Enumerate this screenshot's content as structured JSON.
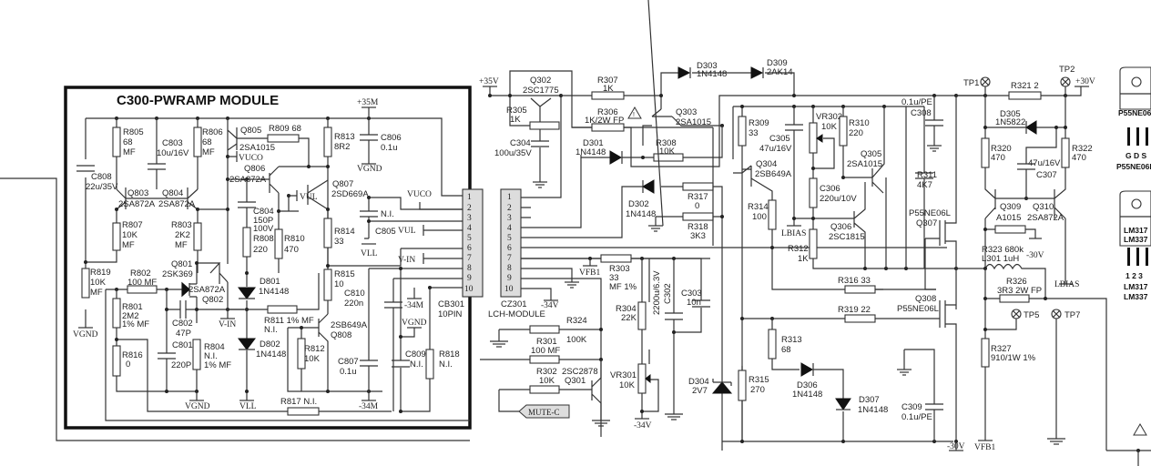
{
  "module": {
    "title": "C300-PWRAMP MODULE",
    "components": [
      {
        "ref": "R805",
        "lines": [
          "R805",
          "68",
          "MF"
        ]
      },
      {
        "ref": "C803",
        "lines": [
          "C803",
          "10u/16V"
        ]
      },
      {
        "ref": "R806",
        "lines": [
          "R806",
          "68",
          "MF"
        ]
      },
      {
        "ref": "Q805",
        "lines": [
          "Q805",
          "2SA1015"
        ]
      },
      {
        "ref": "R809",
        "lines": [
          "R809  68"
        ]
      },
      {
        "ref": "R813",
        "lines": [
          "R813",
          "8R2"
        ]
      },
      {
        "ref": "C806",
        "lines": [
          "C806",
          "0.1u"
        ]
      },
      {
        "ref": "C808",
        "lines": [
          "C808",
          "22u/35V"
        ]
      },
      {
        "ref": "Q803",
        "lines": [
          "Q803",
          "2SA872A"
        ]
      },
      {
        "ref": "Q804",
        "lines": [
          "Q804",
          "2SA872A"
        ]
      },
      {
        "ref": "Q806",
        "lines": [
          "Q806",
          "2SA872A"
        ]
      },
      {
        "ref": "Q807",
        "lines": [
          "Q807",
          "2SD669A"
        ]
      },
      {
        "ref": "C804",
        "lines": [
          "C804",
          "150P",
          "100V"
        ]
      },
      {
        "ref": "R808",
        "lines": [
          "R808",
          "220"
        ]
      },
      {
        "ref": "R810",
        "lines": [
          "R810",
          "470"
        ]
      },
      {
        "ref": "C805",
        "lines": [
          "N.I.",
          "C805"
        ]
      },
      {
        "ref": "R814",
        "lines": [
          "R814",
          "33"
        ]
      },
      {
        "ref": "R807",
        "lines": [
          "R807",
          "10K",
          "MF"
        ]
      },
      {
        "ref": "R803",
        "lines": [
          "R803",
          "2K2",
          "MF"
        ]
      },
      {
        "ref": "R819",
        "lines": [
          "R819",
          "10K",
          "MF"
        ]
      },
      {
        "ref": "Q801",
        "lines": [
          "Q801",
          "2SK369"
        ]
      },
      {
        "ref": "R802",
        "lines": [
          "R802",
          "100 MF"
        ]
      },
      {
        "ref": "Q802",
        "lines": [
          "2SA872A",
          "Q802"
        ]
      },
      {
        "ref": "R801",
        "lines": [
          "R801",
          "2M2",
          "1% MF"
        ]
      },
      {
        "ref": "C802",
        "lines": [
          "C802",
          "47P"
        ]
      },
      {
        "ref": "C801",
        "lines": [
          "C801",
          "220P"
        ]
      },
      {
        "ref": "R804",
        "lines": [
          "R804",
          "N.I.",
          "1% MF"
        ]
      },
      {
        "ref": "R816",
        "lines": [
          "R816",
          "0"
        ]
      },
      {
        "ref": "D801",
        "lines": [
          "D801",
          "1N4148"
        ]
      },
      {
        "ref": "D802",
        "lines": [
          "D802",
          "1N4148"
        ]
      },
      {
        "ref": "R811",
        "lines": [
          "R811  1% MF",
          "N.I."
        ]
      },
      {
        "ref": "R815",
        "lines": [
          "R815",
          "10"
        ]
      },
      {
        "ref": "C810",
        "lines": [
          "C810",
          "220n"
        ]
      },
      {
        "ref": "Q808",
        "lines": [
          "2SB649A",
          "Q808"
        ]
      },
      {
        "ref": "R812",
        "lines": [
          "R812",
          "10K"
        ]
      },
      {
        "ref": "C807",
        "lines": [
          "C807",
          "0.1u"
        ]
      },
      {
        "ref": "C809",
        "lines": [
          "C809",
          "N.I."
        ]
      },
      {
        "ref": "R818",
        "lines": [
          "R818",
          "N.I."
        ]
      },
      {
        "ref": "R817",
        "lines": [
          "R817  N.I."
        ]
      }
    ],
    "nets": {
      "p35m": "+35M",
      "vgnd": "VGND",
      "vuco": "VUCO",
      "vul": "VUL",
      "vll": "VLL",
      "vin": "V-IN",
      "m34m": "-34M"
    },
    "connector": {
      "ref": "CB301",
      "desc": "10PIN",
      "pins": [
        "1",
        "2",
        "3",
        "4",
        "5",
        "6",
        "7",
        "8",
        "9",
        "10"
      ]
    }
  },
  "lch": {
    "connector": {
      "ref": "CZ301",
      "desc": "LCH-MODULE",
      "pins": [
        "1",
        "2",
        "3",
        "4",
        "5",
        "6",
        "7",
        "8",
        "9",
        "10"
      ]
    },
    "components": [
      {
        "ref": "Q302",
        "lines": [
          "Q302",
          "2SC1775"
        ]
      },
      {
        "ref": "R305",
        "lines": [
          "R305",
          "1K"
        ]
      },
      {
        "ref": "C304",
        "lines": [
          "C304",
          "100u/35V"
        ]
      },
      {
        "ref": "R307",
        "lines": [
          "R307",
          "1K"
        ]
      },
      {
        "ref": "R306",
        "lines": [
          "R306",
          "1K/2W FP"
        ]
      },
      {
        "ref": "D303",
        "lines": [
          "D303",
          "1N4148"
        ]
      },
      {
        "ref": "D309",
        "lines": [
          "D309",
          "2AK14"
        ]
      },
      {
        "ref": "Q303",
        "lines": [
          "Q303",
          "2SA1015"
        ]
      },
      {
        "ref": "D301",
        "lines": [
          "D301",
          "1N4148"
        ]
      },
      {
        "ref": "R308",
        "lines": [
          "R308",
          "10K"
        ]
      },
      {
        "ref": "D302",
        "lines": [
          "D302",
          "1N4148"
        ]
      },
      {
        "ref": "R317",
        "lines": [
          "R317",
          "0"
        ]
      },
      {
        "ref": "R318",
        "lines": [
          "R318",
          "3K3"
        ]
      },
      {
        "ref": "R303",
        "lines": [
          "R303",
          "33",
          "MF 1%"
        ]
      },
      {
        "ref": "R304",
        "lines": [
          "R304",
          "22K"
        ]
      },
      {
        "ref": "C302",
        "lines": [
          "2200u/6.3V",
          "C302"
        ]
      },
      {
        "ref": "C303",
        "lines": [
          "C303",
          "10n"
        ]
      },
      {
        "ref": "R324",
        "lines": [
          "R324",
          "100K"
        ]
      },
      {
        "ref": "R301",
        "lines": [
          "R301",
          "100  MF"
        ]
      },
      {
        "ref": "R302",
        "lines": [
          "R302",
          "10K"
        ]
      },
      {
        "ref": "Q301",
        "lines": [
          "2SC2878",
          "Q301"
        ]
      },
      {
        "ref": "VR301",
        "lines": [
          "VR301",
          "10K"
        ]
      },
      {
        "ref": "D304",
        "lines": [
          "D304",
          "2V7"
        ]
      },
      {
        "ref": "R309",
        "lines": [
          "R309",
          "33"
        ]
      },
      {
        "ref": "C305",
        "lines": [
          "C305",
          "47u/16V"
        ]
      },
      {
        "ref": "VR302",
        "lines": [
          "VR302",
          "10K"
        ]
      },
      {
        "ref": "R310",
        "lines": [
          "R310",
          "220"
        ]
      },
      {
        "ref": "C308",
        "lines": [
          "0.1u/PE",
          "C308"
        ]
      },
      {
        "ref": "Q304",
        "lines": [
          "Q304",
          "2SB649A"
        ]
      },
      {
        "ref": "Q305",
        "lines": [
          "Q305",
          "2SA1015"
        ]
      },
      {
        "ref": "C306",
        "lines": [
          "C306",
          "220u/10V"
        ]
      },
      {
        "ref": "R311",
        "lines": [
          "R311",
          "4K7"
        ]
      },
      {
        "ref": "R314",
        "lines": [
          "R314",
          "100"
        ]
      },
      {
        "ref": "Q306",
        "lines": [
          "Q306",
          "2SC1815"
        ]
      },
      {
        "ref": "R312",
        "lines": [
          "R312",
          "1K"
        ]
      },
      {
        "ref": "Q307",
        "lines": [
          "P55NE06L",
          "Q307"
        ]
      },
      {
        "ref": "R316",
        "lines": [
          "R316   33"
        ]
      },
      {
        "ref": "Q308",
        "lines": [
          "Q308",
          "P55NE06L"
        ]
      },
      {
        "ref": "R319",
        "lines": [
          "R319    22"
        ]
      },
      {
        "ref": "R313",
        "lines": [
          "R313",
          "68"
        ]
      },
      {
        "ref": "R315",
        "lines": [
          "R315",
          "270"
        ]
      },
      {
        "ref": "D306",
        "lines": [
          "D306",
          "1N4148"
        ]
      },
      {
        "ref": "D307",
        "lines": [
          "D307",
          "1N4148"
        ]
      },
      {
        "ref": "C309",
        "lines": [
          "C309",
          "0.1u/PE"
        ]
      },
      {
        "ref": "R321",
        "lines": [
          "R321  2"
        ]
      },
      {
        "ref": "D305",
        "lines": [
          "D305",
          "1N5822"
        ]
      },
      {
        "ref": "R320",
        "lines": [
          "R320",
          "470"
        ]
      },
      {
        "ref": "R322",
        "lines": [
          "R322",
          "470"
        ]
      },
      {
        "ref": "C307",
        "lines": [
          "47u/16V",
          "C307"
        ]
      },
      {
        "ref": "Q309",
        "lines": [
          "Q309",
          "A1015"
        ]
      },
      {
        "ref": "Q310",
        "lines": [
          "Q310",
          "2SA872A"
        ]
      },
      {
        "ref": "R323",
        "lines": [
          "R323  680k"
        ]
      },
      {
        "ref": "L301",
        "lines": [
          "L301   1uH"
        ]
      },
      {
        "ref": "R326",
        "lines": [
          "R326",
          "3R3  2W FP"
        ]
      },
      {
        "ref": "R327",
        "lines": [
          "R327",
          "910/1W 1%"
        ]
      }
    ],
    "nets": {
      "p35v": "+35V",
      "m34v": "-34V",
      "vfb1": "VFB1",
      "lbias": "LBIAS",
      "m30v": "-30V",
      "p30v": "+30V",
      "mute": "MUTE-C"
    },
    "testpoints": [
      "TP1",
      "TP2",
      "TP5",
      "TP7"
    ]
  },
  "packages": {
    "mosfet": {
      "name": "P55NE06L",
      "pins": "G D S"
    },
    "regulator": {
      "names": [
        "LM317",
        "LM337"
      ],
      "pins": "1 2 3"
    }
  }
}
